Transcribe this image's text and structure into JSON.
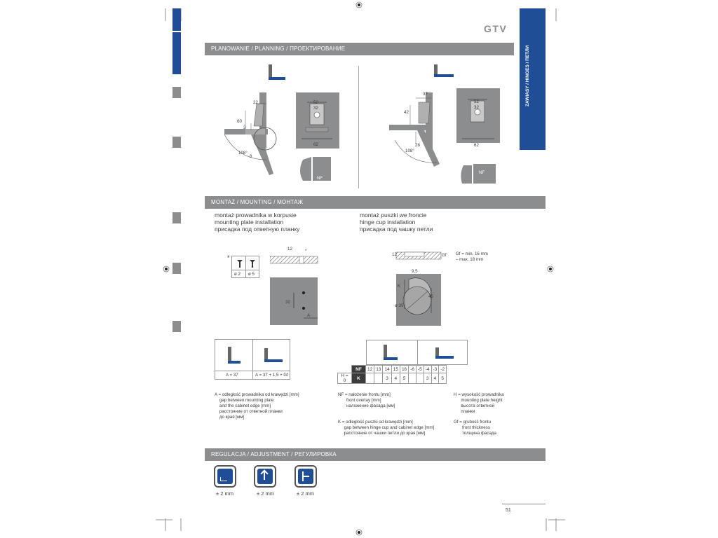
{
  "brand": "GTV",
  "side_label": "ZAWIASY / HINGES / ПЕТЛИ",
  "sections": {
    "planning": "PLANOWANIE / PLANNING / ПРОЕКТИРОВАНИЕ",
    "mounting": "MONTAŻ / MOUNTING / МОНТАЖ",
    "adjustment": "REGULACJA / ADJUSTMENT / РЕГУЛИРОВКА"
  },
  "planning_dims": {
    "left": [
      "22",
      "60",
      "3",
      "108°",
      "8",
      "52",
      "32",
      "62",
      "NF"
    ],
    "right": [
      "37",
      "42",
      "28",
      "108°",
      "52",
      "32",
      "62",
      "NF"
    ]
  },
  "mounting_left": [
    "montaż prowadnika w korpusie",
    "mounting plate installation",
    "присадка под ответную планку"
  ],
  "mounting_right": [
    "montaż puszki we froncie",
    "hinge cup installation",
    "присадка под чашку петли"
  ],
  "screw": {
    "star": "*",
    "d1": "ø 2",
    "d2": "ø 5"
  },
  "plate_dims": {
    "top": "12",
    "star": "*",
    "side": "32",
    "a": "A"
  },
  "cup_dims": {
    "h": "12",
    "gf": "Gf",
    "k": "K",
    "d": "9,5",
    "dia": "ø 35",
    "v": "45"
  },
  "gf_note": [
    "Gf = min. 16 mm",
    "– max. 18 mm"
  ],
  "a_table": {
    "a1": "A = 37",
    "a2": "A = 37 + 1,5 + Gf"
  },
  "nf_table": {
    "nf_label": "NF",
    "h_label": "H = 0",
    "k_label": "K",
    "nf_values": [
      "12",
      "13",
      "14",
      "15",
      "16",
      "-6",
      "-5",
      "-4",
      "-3",
      "-2"
    ],
    "k_values": [
      "",
      "",
      "3",
      "4",
      "5",
      "",
      "",
      "3",
      "4",
      "5"
    ]
  },
  "legend_a": [
    "A = odległość prowadnika od krawędzi [mm]",
    "    gap between mounting plate",
    "    and the cabinet edge [mm]",
    "    расстояние от ответной планки",
    "    до края [мм]"
  ],
  "legend_nf": [
    "NF = nałożenie frontu [mm]",
    "       front overlay [mm]",
    "       наложение фасада [мм]"
  ],
  "legend_k": [
    "K = odległość puszki od krawędzi [mm]",
    "     gap between hinge cup and cabinet edge [mm]",
    "     расстояние от чашки петли до края [мм]"
  ],
  "legend_h": [
    "H = wysokość prowadnika",
    "      mounting plate height",
    "      высота ответной",
    "      планки"
  ],
  "legend_gf": [
    "Gf = grubość frontu",
    "       front thickness",
    "       толщина фасада"
  ],
  "adjust_labels": [
    "± 2 mm",
    "± 2 mm",
    "± 2 mm"
  ],
  "page_number": "51",
  "colors": {
    "band": "#8c8d8f",
    "accent": "#1f4e96"
  }
}
